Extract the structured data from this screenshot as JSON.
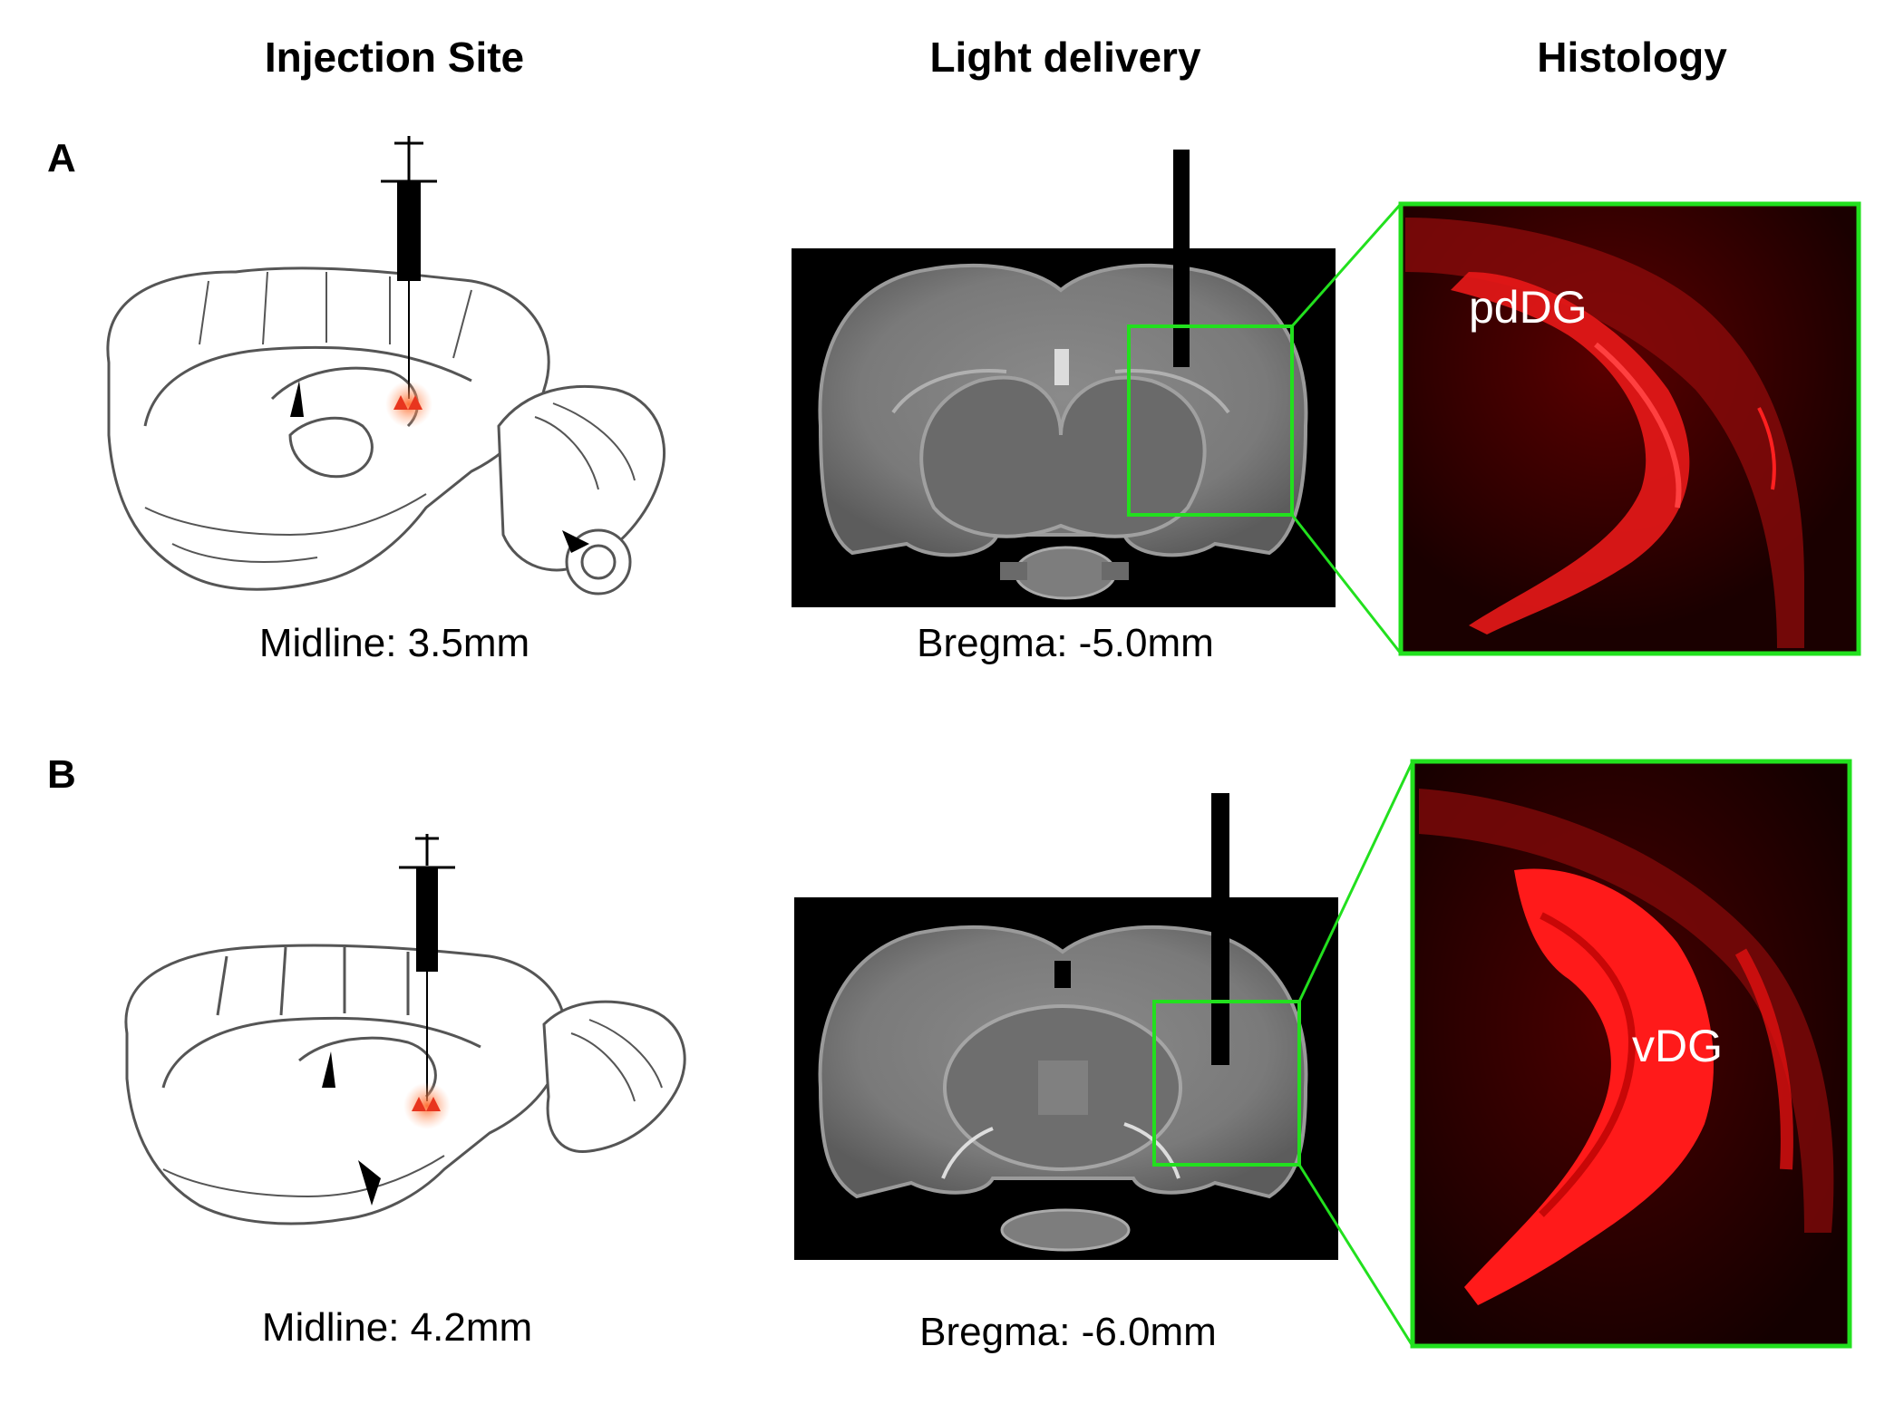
{
  "columns": {
    "injection": "Injection Site",
    "light": "Light delivery",
    "histology": "Histology"
  },
  "panels": [
    {
      "letter": "A",
      "midline": "Midline: 3.5mm",
      "bregma": "Bregma: -5.0mm",
      "region": "pdDG"
    },
    {
      "letter": "B",
      "midline": "Midline: 4.2mm",
      "bregma": "Bregma: -6.0mm",
      "region": "vDG"
    }
  ],
  "colors": {
    "zoom_box": "#22e01e",
    "fluorescence": "#ff1a1a",
    "injection_mark": "#e8351e"
  }
}
